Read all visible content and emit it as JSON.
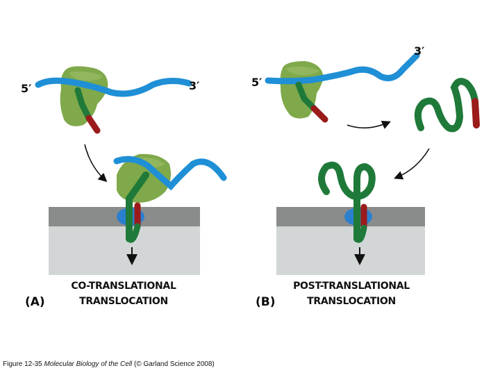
{
  "panel_a": {
    "five_prime": "5′",
    "three_prime": "3′",
    "letter": "(A)",
    "title_line1": "CO-TRANSLATIONAL",
    "title_line2": "TRANSLOCATION"
  },
  "panel_b": {
    "five_prime": "5′",
    "three_prime": "3′",
    "letter": "(B)",
    "title_line1": "POST-TRANSLATIONAL",
    "title_line2": "TRANSLOCATION"
  },
  "caption": {
    "prefix": "Figure 12-35",
    "book": "Molecular Biology of the Cell",
    "suffix": "(© Garland Science 2008)"
  },
  "colors": {
    "mrna": "#1f8fd6",
    "ribosome": "#7fa94a",
    "polypeptide": "#1f7a3a",
    "signal_sequence": "#9b1b1b",
    "membrane": "#8a8c8c",
    "lumen": "#d3d6d6",
    "translocator": "#2b7fcf"
  }
}
